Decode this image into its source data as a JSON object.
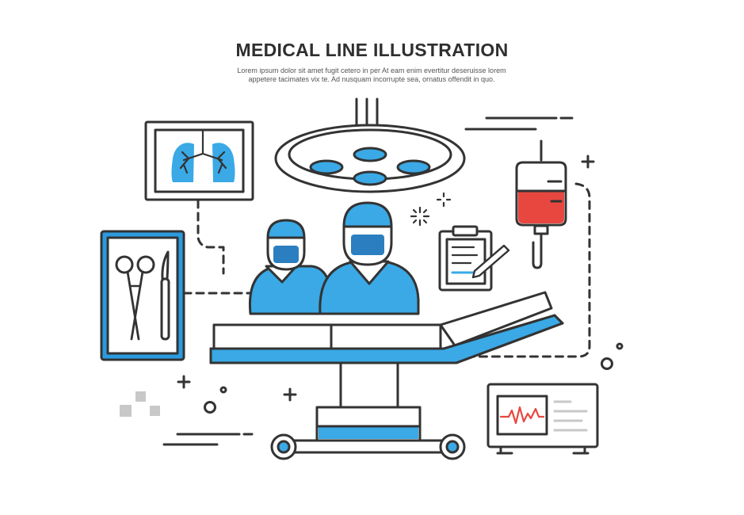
{
  "header": {
    "title": "MEDICAL LINE ILLUSTRATION",
    "subtitle_line1": "Lorem ipsum dolor sit amet fugit cetero in per At eam enim evertitur deseruisse lorem",
    "subtitle_line2": "appetere tacimates vix te. Ad nusquam incorrupte sea, ornatus offendit in quo."
  },
  "colors": {
    "outline": "#333333",
    "accent_blue": "#3aa9e6",
    "light_blue": "#2b9be0",
    "blood_red": "#e8473f",
    "gray": "#c8c8c8",
    "background": "#ffffff"
  },
  "icons": [
    "x-ray-lungs-icon",
    "surgical-lamp-icon",
    "surgeon-icon",
    "iv-drip-bag-icon",
    "clipboard-icon",
    "surgical-tools-tray-icon",
    "operating-table-icon",
    "heart-monitor-icon"
  ]
}
